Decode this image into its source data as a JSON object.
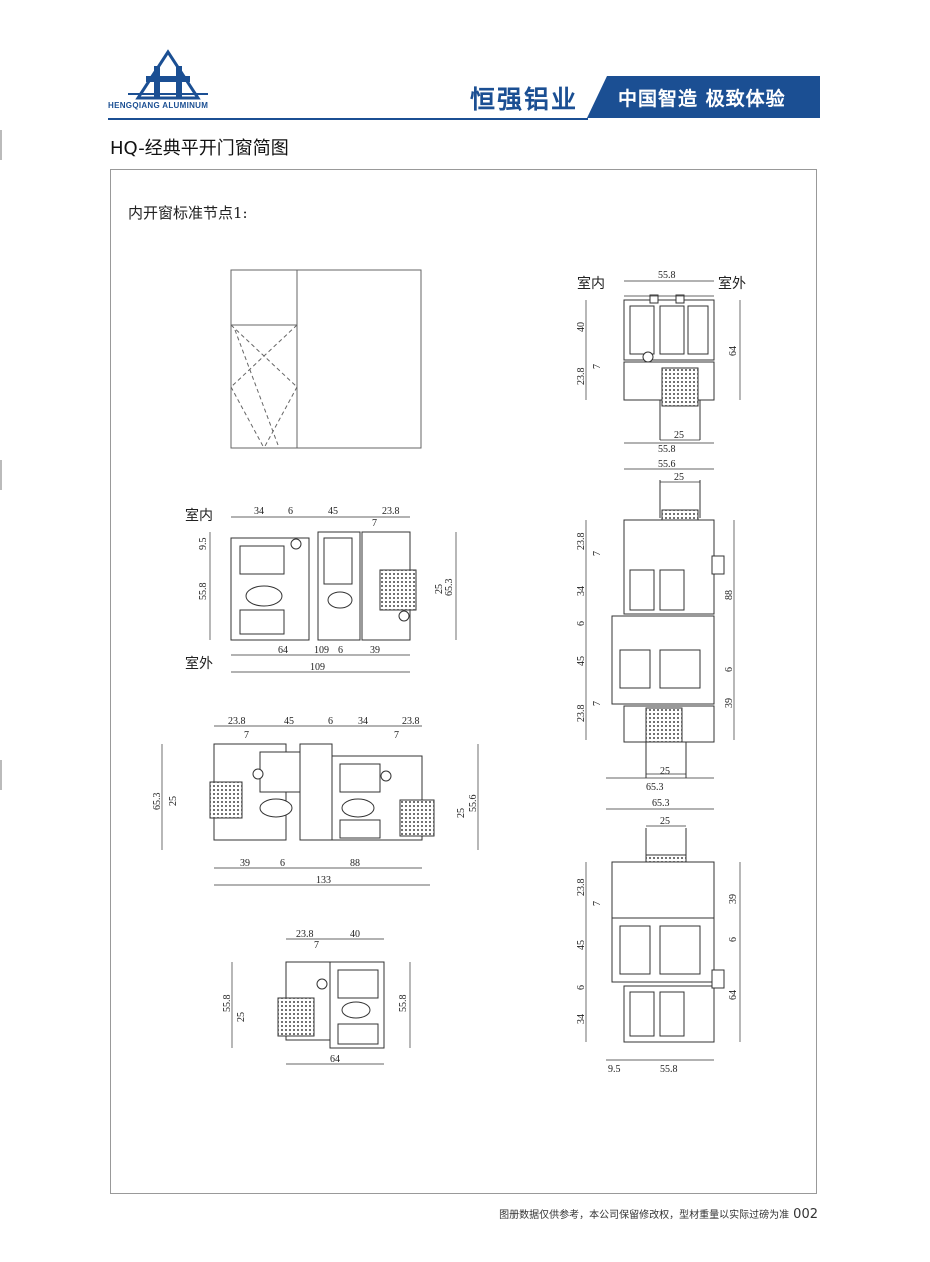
{
  "header": {
    "logo_text": "HENGQIANG ALUMINUM",
    "brand": "恒强铝业",
    "slogan": "中国智造 极致体验",
    "brand_color": "#1b4f93"
  },
  "title": "HQ-经典平开门窗简图",
  "subtitle": "内开窗标准节点1:",
  "labels": {
    "indoor": "室内",
    "outdoor": "室外"
  },
  "drawings": {
    "right_top": {
      "top": "55.8",
      "left1": "40",
      "left2": "7",
      "left3": "23.8",
      "right": "64",
      "glass": "25",
      "bottom": "55.8"
    },
    "right_mid": {
      "top": "55.6",
      "glass_top": "25",
      "l1": "23.8",
      "l2": "7",
      "l3": "34",
      "l4": "6",
      "l5": "45",
      "l6": "7",
      "l7": "23.8",
      "r1": "88",
      "r2": "6",
      "r3": "39",
      "glass_bot": "25",
      "bottom": "65.3"
    },
    "right_bot": {
      "top": "65.3",
      "glass": "25",
      "l1": "23.8",
      "l2": "7",
      "l3": "45",
      "l4": "6",
      "l5": "34",
      "r1": "39",
      "r2": "6",
      "r3": "64",
      "b1": "9.5",
      "b2": "55.8"
    },
    "left_a": {
      "t1": "34",
      "t2": "6",
      "t3": "45",
      "t4": "23.8",
      "t5": "7",
      "l1": "9.5",
      "l2": "55.8",
      "r1": "25",
      "r2": "65.3",
      "b1": "64",
      "b2": "109",
      "b3": "6",
      "b4": "39",
      "b5": "109"
    },
    "left_b": {
      "t1": "23.8",
      "t2": "7",
      "t3": "45",
      "t4": "6",
      "t5": "34",
      "t6": "23.8",
      "t7": "7",
      "l1": "65.3",
      "l2": "25",
      "r1": "25",
      "r2": "55.6",
      "b1": "39",
      "b2": "6",
      "b3": "88",
      "b4": "133"
    },
    "left_c": {
      "t1": "23.8",
      "t2": "7",
      "t3": "40",
      "l1": "55.8",
      "l2": "25",
      "r1": "55.8",
      "b1": "64"
    }
  },
  "footer": {
    "note": "图册数据仅供参考，本公司保留修改权，型材重量以实际过磅为准",
    "page": "002"
  }
}
